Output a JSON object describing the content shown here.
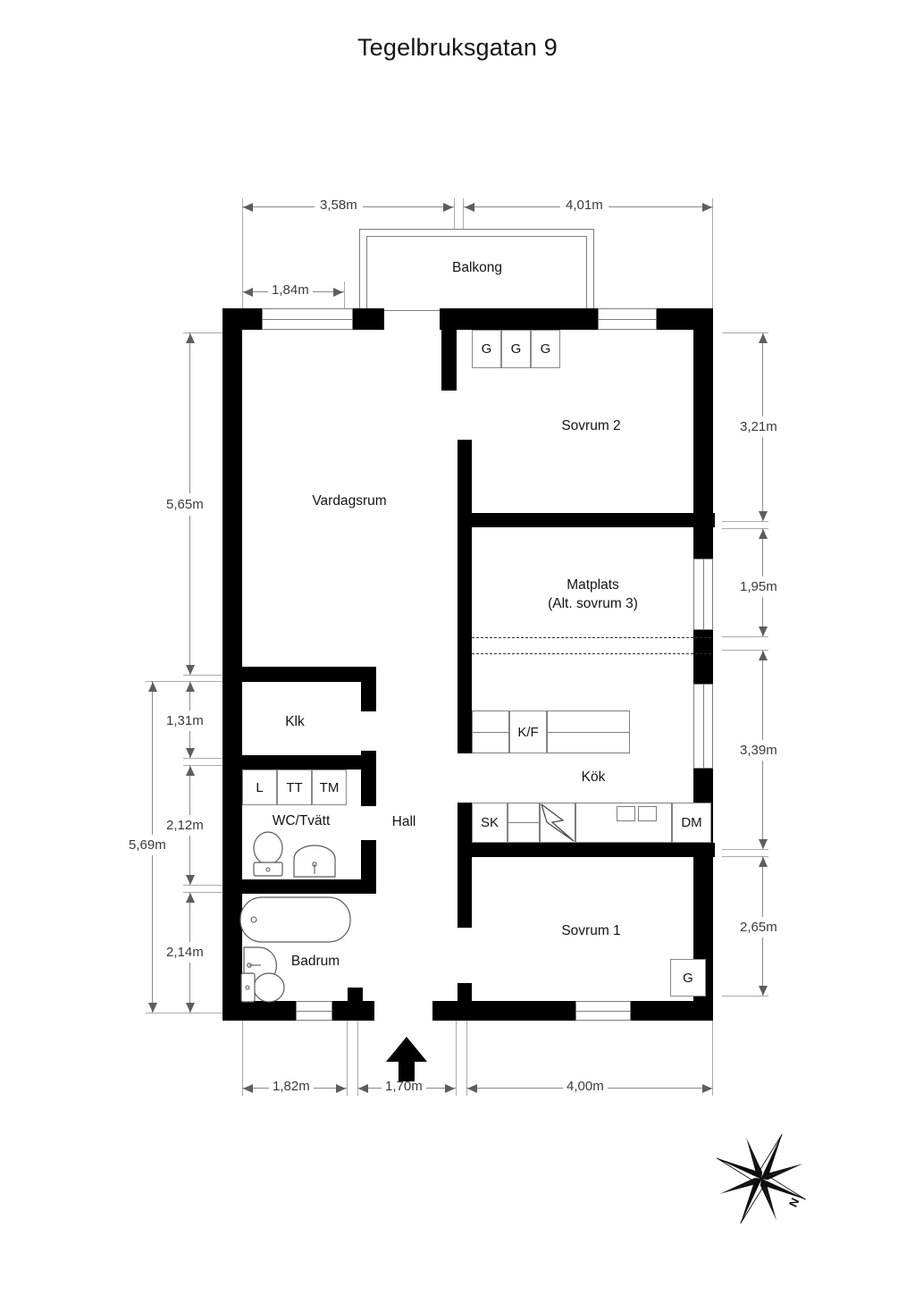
{
  "title": "Tegelbruksgatan 9",
  "rooms": {
    "balkong": "Balkong",
    "vardagsrum": "Vardagsrum",
    "sovrum2": "Sovrum 2",
    "matplats_line1": "Matplats",
    "matplats_line2": "(Alt. sovrum 3)",
    "kok": "Kök",
    "sovrum1": "Sovrum 1",
    "klk": "Klk",
    "wc_tvatt": "WC/Tvätt",
    "badrum": "Badrum",
    "hall": "Hall"
  },
  "fixtures": {
    "wardrobe_g": "G",
    "wardrobe_g2": "G",
    "wardrobe_g3": "G",
    "wardrobe_sovrum1": "G",
    "laundry_l": "L",
    "laundry_tt": "TT",
    "laundry_tm": "TM",
    "fridge_freezer": "K/F",
    "pantry_sk": "SK",
    "dishwasher_dm": "DM"
  },
  "dimensions": {
    "top_left": "3,58m",
    "top_right": "4,01m",
    "top_inner": "1,84m",
    "left_upper": "5,65m",
    "left_klk": "1,31m",
    "left_wc": "2,12m",
    "left_badrum": "2,14m",
    "left_total": "5,69m",
    "right_sovrum2": "3,21m",
    "right_matplats": "1,95m",
    "right_kok": "3,39m",
    "right_sovrum1": "2,65m",
    "bottom_left": "1,82m",
    "bottom_entrance": "1,70m",
    "bottom_right": "4,00m"
  },
  "compass": {
    "north_label": "N"
  },
  "colors": {
    "wall": "#000000",
    "background": "#ffffff",
    "dimension_line": "#8a8a8a",
    "text": "#141414"
  }
}
